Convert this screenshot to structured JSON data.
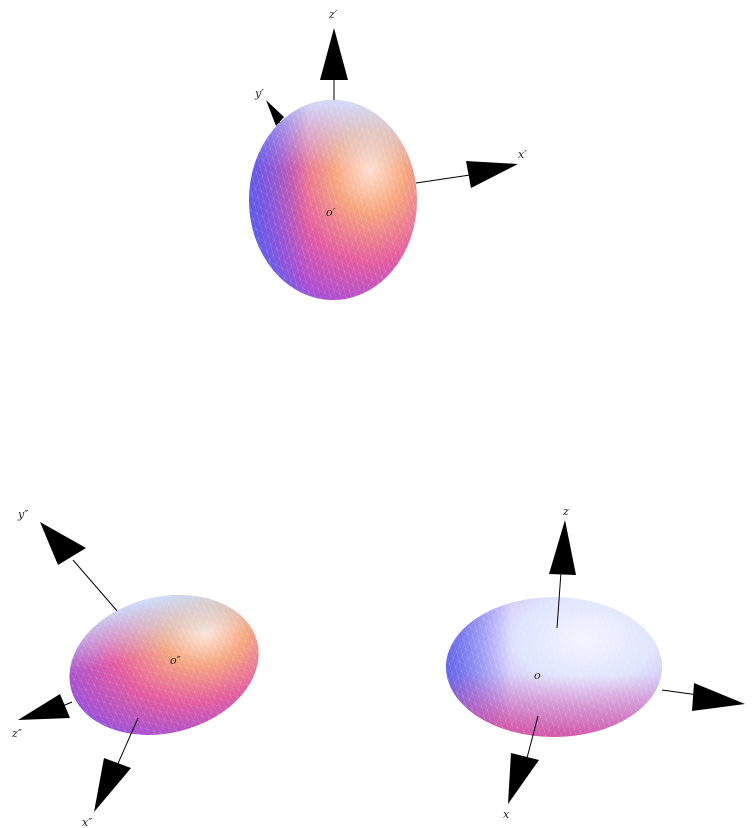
{
  "figure": {
    "top": {
      "origin": "o′",
      "axes": {
        "x": "x′",
        "y": "y′",
        "z": "z′"
      }
    },
    "left": {
      "origin": "o″",
      "axes": {
        "x": "x″",
        "y": "y″",
        "z": "z″"
      }
    },
    "right": {
      "origin": "o",
      "axes": {
        "x": "x",
        "z": "z"
      }
    }
  },
  "colors": {
    "blue": "#5a6cf0",
    "pink": "#e85aa6",
    "orange": "#f5a07a",
    "light": "#e8ecff",
    "arrow": "#000000"
  }
}
